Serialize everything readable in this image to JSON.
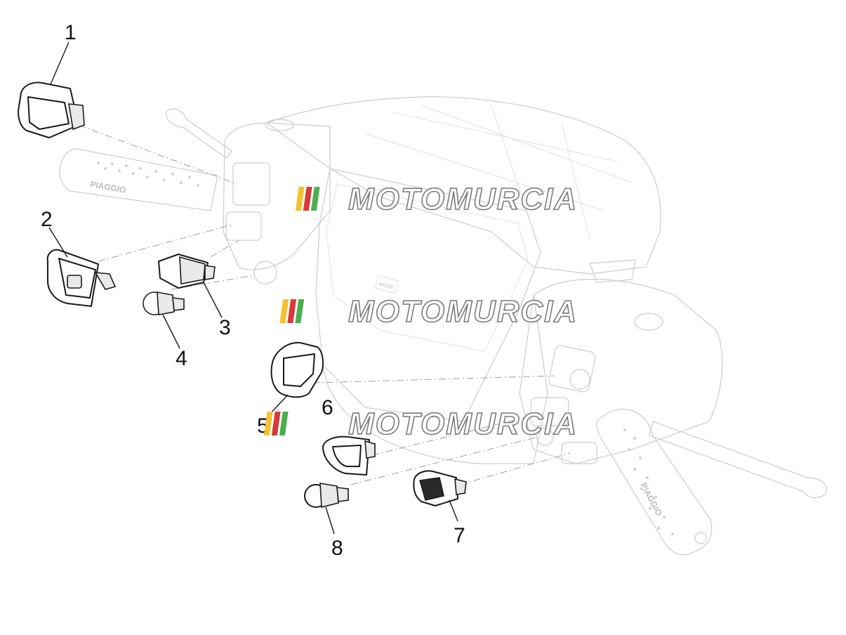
{
  "callouts": [
    {
      "id": "1",
      "label": "1"
    },
    {
      "id": "2",
      "label": "2"
    },
    {
      "id": "3",
      "label": "3"
    },
    {
      "id": "4",
      "label": "4"
    },
    {
      "id": "5",
      "label": "5"
    },
    {
      "id": "6",
      "label": "6"
    },
    {
      "id": "7",
      "label": "7"
    },
    {
      "id": "8",
      "label": "8"
    }
  ],
  "watermark": {
    "text": "MOTOMURCIA",
    "stripe_colors": [
      "#f2c230",
      "#d93a3a",
      "#4caf50"
    ]
  },
  "grip_brand": "PIAGGIO",
  "dash_button_label": "MODE",
  "colors": {
    "line": "#1a1a1a",
    "ghost": "#c9cdd2",
    "dash": "#9aa0a6"
  }
}
